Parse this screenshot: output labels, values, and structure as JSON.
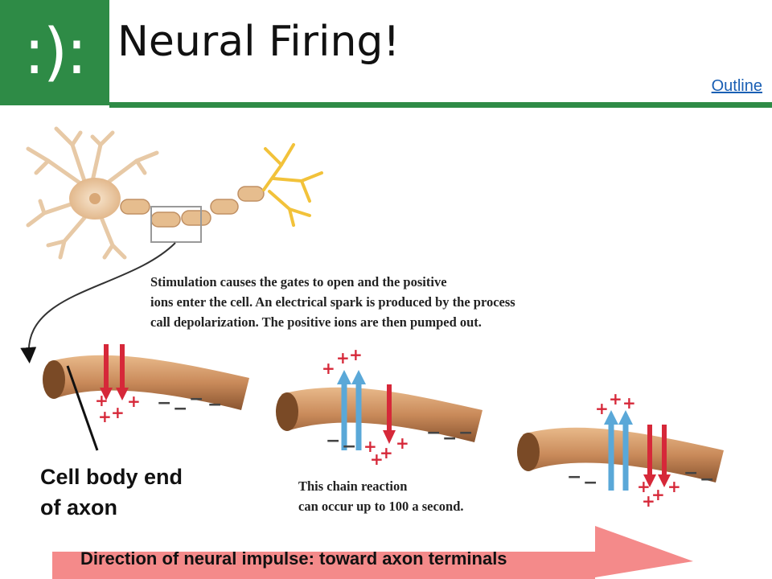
{
  "header": {
    "logo": ":):",
    "title": "Neural Firing!",
    "outline_link": "Outline"
  },
  "description": {
    "lines": [
      "Stimulation causes the gates to open and the positive",
      "ions enter the cell. An electrical spark is produced by the process",
      "call depolarization.  The positive ions are then pumped out."
    ]
  },
  "chain_note": {
    "lines": [
      "This chain reaction",
      "can occur up to 100 a second."
    ]
  },
  "cell_body_label": {
    "lines": [
      "Cell body end",
      "of axon"
    ]
  },
  "direction": {
    "label": "Direction of neural impulse: toward axon terminals"
  },
  "ion_symbols": {
    "positive": "+",
    "negative": "−"
  },
  "colors": {
    "brand_green": "#2e8b46",
    "arrow_pink": "#f48a8a",
    "ion_red": "#d62839",
    "ion_blue": "#5aa8d8",
    "axon_brown": "#c98a5a"
  }
}
